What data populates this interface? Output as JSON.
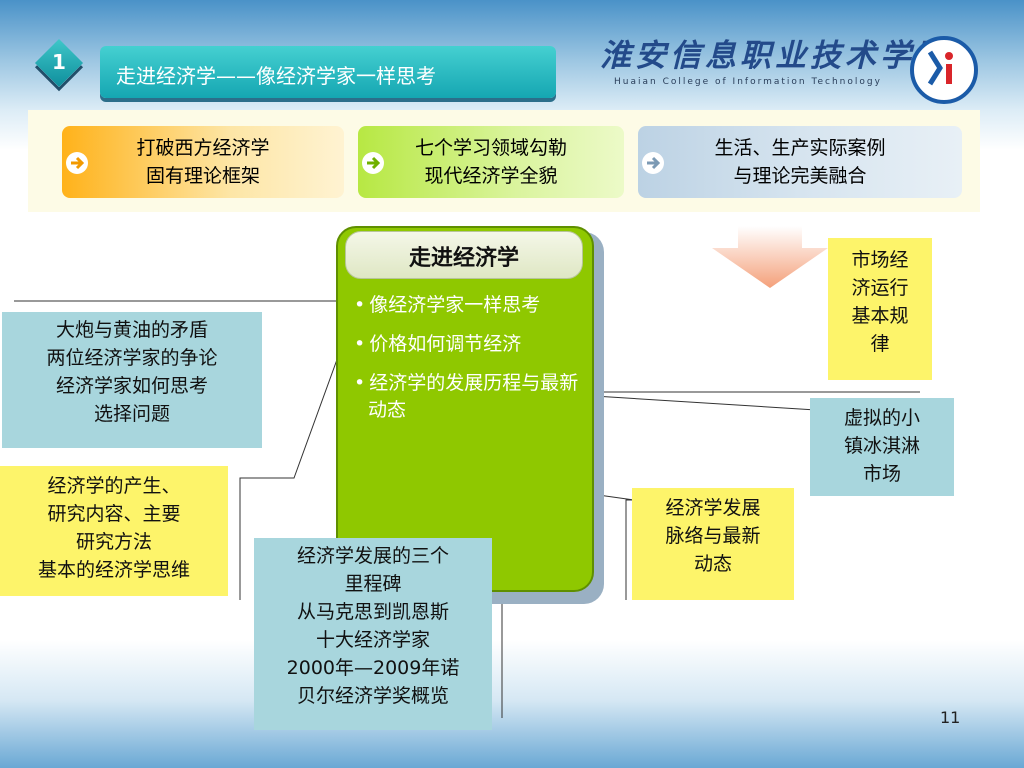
{
  "header": {
    "badge_number": "1",
    "title": "走进经济学——像经济学家一样思考",
    "school_name": "淮安信息职业技术学院",
    "school_english": "Huaian College of Information Technology"
  },
  "top_boxes": [
    {
      "lines": [
        "打破西方经济学",
        "固有理论框架"
      ]
    },
    {
      "lines": [
        "七个学习领域勾勒",
        "现代经济学全貌"
      ]
    },
    {
      "lines": [
        "生活、生产实际案例",
        "与理论完美融合"
      ]
    }
  ],
  "panel": {
    "title": "走进经济学",
    "items": [
      "像经济学家一样思考",
      "价格如何调节经济",
      "经济学的发展历程与最新动态"
    ]
  },
  "notes": {
    "battle": [
      "大炮与黄油的矛盾",
      "两位经济学家的争论",
      "经济学家如何思考",
      "选择问题"
    ],
    "origin": [
      "经济学的产生、",
      "研究内容、主要",
      "研究方法",
      "基本的经济学思维"
    ],
    "milestone": [
      "经济学发展的三个",
      "里程碑",
      "从马克思到凯恩斯",
      "十大经济学家",
      "2000年—2009年诺",
      "贝尔经济学奖概览"
    ],
    "market": [
      "市场经",
      "济运行",
      "基本规",
      "律"
    ],
    "icecream": [
      "虚拟的小",
      "镇冰淇淋",
      "市场"
    ],
    "history": [
      "经济学发展",
      "脉络与最新",
      "动态"
    ]
  },
  "page_number": "11",
  "colors": {
    "title_bar": "#15a6b2",
    "panel_green": "#8fc800",
    "note_blue": "#a8d6dd",
    "note_yellow": "#fdf46a",
    "strip_bg": "#fdfbe6"
  }
}
